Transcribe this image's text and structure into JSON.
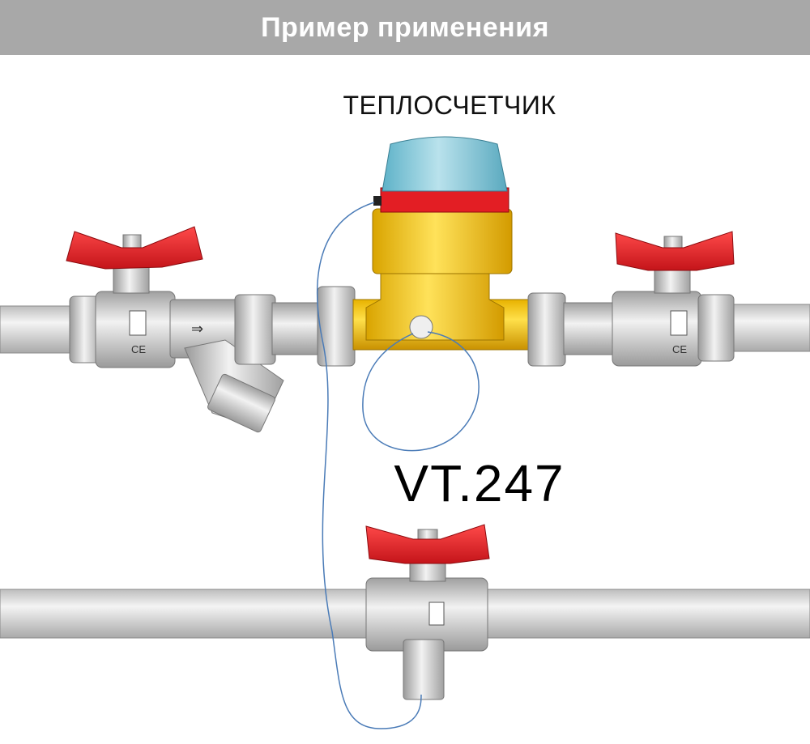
{
  "header": {
    "title": "Пример применения"
  },
  "labels": {
    "meter": "ТЕПЛОСЧЕТЧИК",
    "model": "VT.247"
  },
  "colors": {
    "header_bg": "#a8a8a8",
    "handle_red": "#e31e24",
    "brass_yellow": "#f5c400",
    "meter_dial_blue": "#78c3d6",
    "pipe_gray": "#d9d9d9",
    "fitting_gray": "#c8c8c8",
    "sensor_wire": "#4a7bb7"
  }
}
